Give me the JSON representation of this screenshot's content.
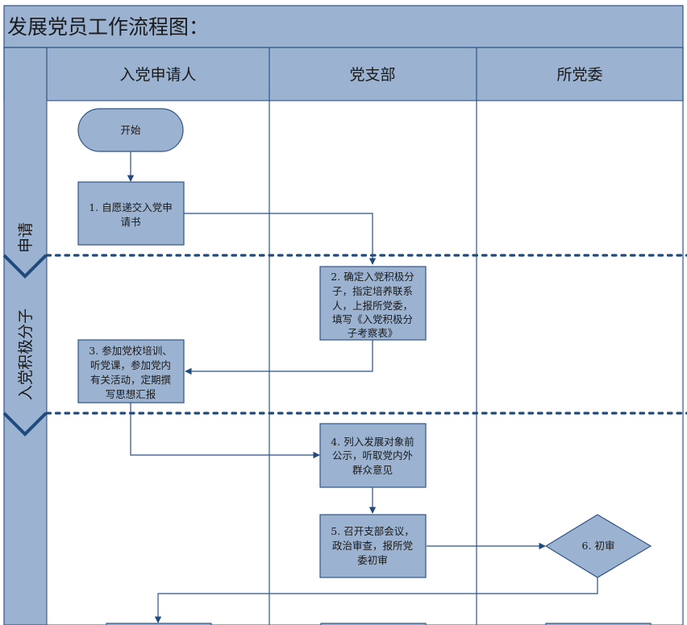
{
  "title": "发展党员工作流程图：",
  "colors": {
    "fill": "#9bb3d1",
    "border": "#2f5587",
    "line": "#2b5088",
    "dot": "#1f4a7e"
  },
  "lanes": [
    {
      "label": "入党申请人"
    },
    {
      "label": "党支部"
    },
    {
      "label": "所党委"
    }
  ],
  "phases": [
    {
      "label": "申请"
    },
    {
      "label": "入党积极分子"
    }
  ],
  "nodes": {
    "start": {
      "label": "开始",
      "shape": "terminator"
    },
    "step1": {
      "lines": [
        "1. 自愿递交入党申",
        "请书"
      ],
      "shape": "process"
    },
    "step2": {
      "lines": [
        "2. 确定入党积极分",
        "子，指定培养联系",
        "人，上报所党委，",
        "填写《入党积极分",
        "子考察表》"
      ],
      "shape": "process"
    },
    "step3": {
      "lines": [
        "3. 参加党校培训、",
        "听党课，参加党内",
        "有关活动，定期撰",
        "写思想汇报"
      ],
      "shape": "process"
    },
    "step4": {
      "lines": [
        "4. 列入发展对象前",
        "公示，听取党内外",
        "群众意见"
      ],
      "shape": "process"
    },
    "step5": {
      "lines": [
        "5. 召开支部会议，",
        "政治审查，报所党",
        "委初审"
      ],
      "shape": "process"
    },
    "step6": {
      "label": "6. 初审",
      "shape": "decision"
    }
  }
}
